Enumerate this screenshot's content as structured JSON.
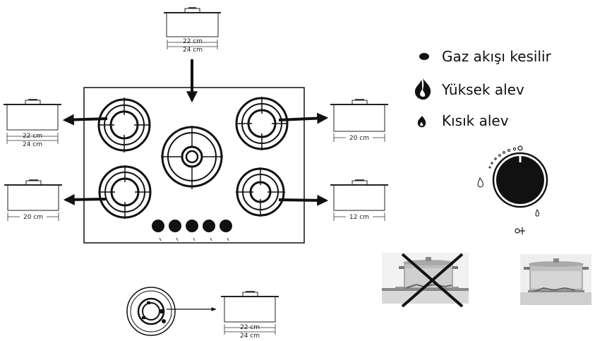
{
  "legend": {
    "off": "Gaz akışı kesilir",
    "high": "Yüksek alev",
    "low": "Kısık alev"
  },
  "pots": {
    "top": [
      "22 cm",
      "24 cm"
    ],
    "left_top": [
      "22 cm",
      "24 cm"
    ],
    "left_bottom": [
      "20 cm"
    ],
    "right_top": [
      "20 cm"
    ],
    "right_bottom": [
      "12 cm"
    ],
    "bottom": [
      "22 cm",
      "24 cm"
    ]
  }
}
